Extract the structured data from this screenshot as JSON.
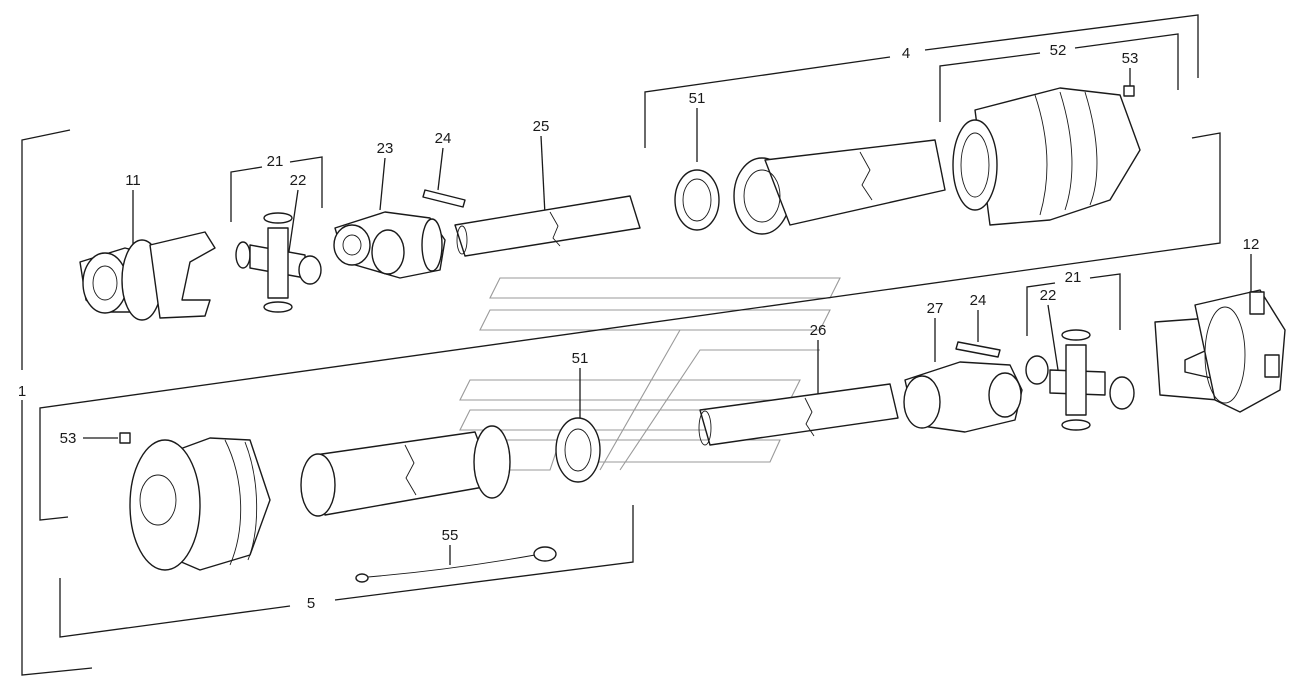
{
  "labels": {
    "l1": "1",
    "l4": "4",
    "l5": "5",
    "l11": "11",
    "l12": "12",
    "l21a": "21",
    "l21b": "21",
    "l22a": "22",
    "l22b": "22",
    "l23": "23",
    "l24a": "24",
    "l24b": "24",
    "l25": "25",
    "l26": "26",
    "l27": "27",
    "l51a": "51",
    "l51b": "51",
    "l52": "52",
    "l53a": "53",
    "l53b": "53",
    "l55": "55"
  },
  "colors": {
    "line": "#1a1a1a",
    "watermark": "#9a9a9a",
    "background": "#ffffff"
  }
}
